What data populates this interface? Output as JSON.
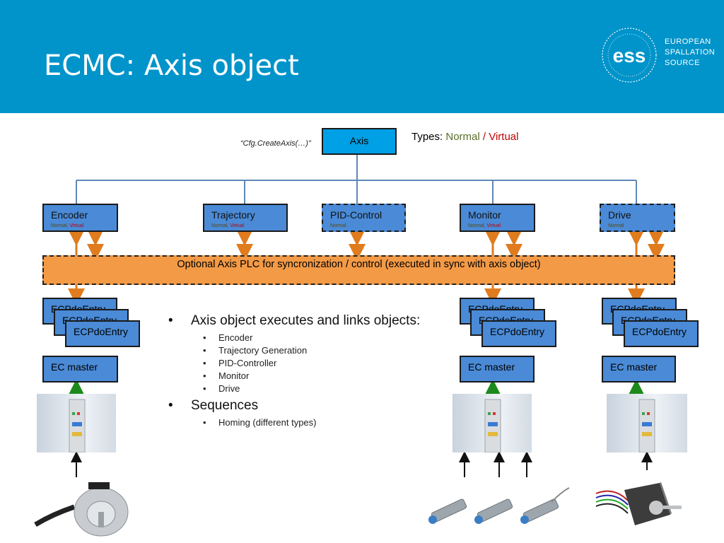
{
  "header": {
    "title": "ECMC: Axis object"
  },
  "logo": {
    "text": [
      "EUROPEAN",
      "SPALLATION",
      "SOURCE"
    ],
    "mark": "ess"
  },
  "axis": {
    "label": "Axis",
    "cfg": "“Cfg.CreateAxis(…)”",
    "types_prefix": "Types: ",
    "types_normal": "Normal",
    "types_sep": " / ",
    "types_virtual": "Virtual"
  },
  "modules": [
    {
      "label": "Encoder",
      "normal": "Normal,",
      "virtual": " Virtual"
    },
    {
      "label": "Trajectory",
      "normal": "Normal,",
      "virtual": " Virtual"
    },
    {
      "label": "PID-Control",
      "normal": "Normal",
      "virtual": ""
    },
    {
      "label": "Monitor",
      "normal": "Normal,",
      "virtual": " Virtual"
    },
    {
      "label": "Drive",
      "normal": "Normal",
      "virtual": ""
    }
  ],
  "plc": {
    "label": "Optional Axis PLC for syncronization / control (executed in sync with axis object)"
  },
  "stack": {
    "entry": "ECPdoEntry",
    "master": "EC master"
  },
  "bullets": {
    "item1": "Axis object executes and links objects:",
    "sub1": [
      "Encoder",
      "Trajectory Generation",
      "PID-Controller",
      "Monitor",
      "Drive"
    ],
    "item2": "Sequences",
    "sub2": [
      "Homing (different types)"
    ]
  },
  "colors": {
    "header": "#0094ca",
    "box": "#4a8ad6",
    "axis": "#00a0e6",
    "plc": "#f39a47",
    "orange_arrow": "#e07b1e",
    "green_arrow": "#1b8a1b",
    "normal": "#5a4a10",
    "virtual": "#c00000"
  }
}
